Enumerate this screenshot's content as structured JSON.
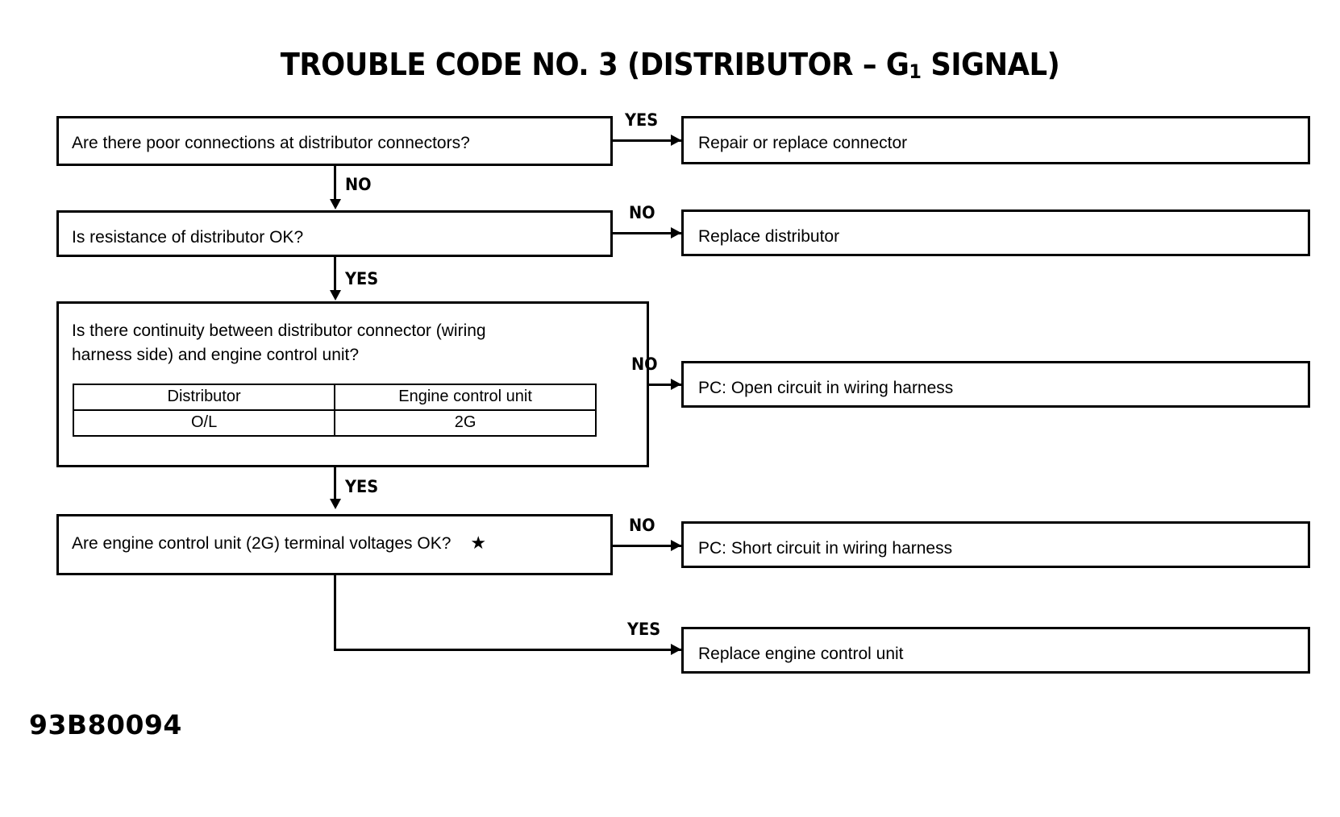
{
  "title": {
    "prefix": "TROUBLE CODE NO. 3 (DISTRIBUTOR  –  G",
    "subscript": "1",
    "suffix": " SIGNAL)"
  },
  "figure_code": "93B80094",
  "flow": {
    "questions": [
      {
        "id": "q1",
        "text": "Are there poor connections at distributor connectors?"
      },
      {
        "id": "q2",
        "text": "Is resistance of distributor OK?"
      },
      {
        "id": "q3",
        "text": "Is there continuity between distributor connector (wiring\nharness side) and engine control unit?"
      },
      {
        "id": "q4",
        "text": "Are engine control unit (2G) terminal voltages OK?",
        "marker": "★"
      }
    ],
    "actions": [
      {
        "id": "a1",
        "text": "Repair or replace connector"
      },
      {
        "id": "a2",
        "text": "Replace distributor"
      },
      {
        "id": "a3",
        "text": "PC: Open circuit in wiring harness"
      },
      {
        "id": "a4",
        "text": "PC: Short circuit in wiring harness"
      },
      {
        "id": "a5",
        "text": "Replace engine control unit"
      }
    ],
    "branch_labels": {
      "q1_yes": "YES",
      "q1_no": "NO",
      "q2_no": "NO",
      "q2_yes": "YES",
      "q3_no": "NO",
      "q3_yes": "YES",
      "q4_no": "NO",
      "q4_yes": "YES"
    }
  },
  "continuity_table": {
    "headers": [
      "Distributor",
      "Engine control unit"
    ],
    "rows": [
      [
        "O/L",
        "2G"
      ]
    ]
  },
  "colors": {
    "ink": "#000000",
    "paper": "#ffffff"
  }
}
